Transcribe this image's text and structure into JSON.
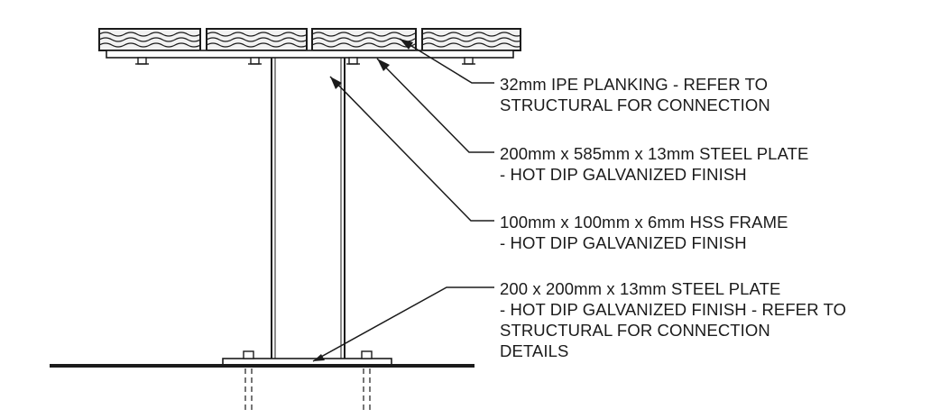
{
  "colors": {
    "ink": "#1b1b1b",
    "background": "#ffffff",
    "hatch_fill": "#f2f2f2"
  },
  "callouts": [
    {
      "id": "planking",
      "lines": [
        "32mm IPE PLANKING - REFER TO",
        "STRUCTURAL FOR CONNECTION"
      ]
    },
    {
      "id": "top-plate",
      "lines": [
        "200mm x 585mm x 13mm STEEL PLATE",
        "- HOT DIP GALVANIZED FINISH"
      ]
    },
    {
      "id": "hss-frame",
      "lines": [
        "100mm x 100mm x 6mm HSS FRAME",
        "- HOT DIP GALVANIZED FINISH"
      ]
    },
    {
      "id": "base-plate",
      "lines": [
        "200 x 200mm x 13mm STEEL PLATE",
        "- HOT DIP GALVANIZED FINISH - REFER TO",
        "STRUCTURAL FOR CONNECTION",
        "DETAILS"
      ]
    }
  ]
}
